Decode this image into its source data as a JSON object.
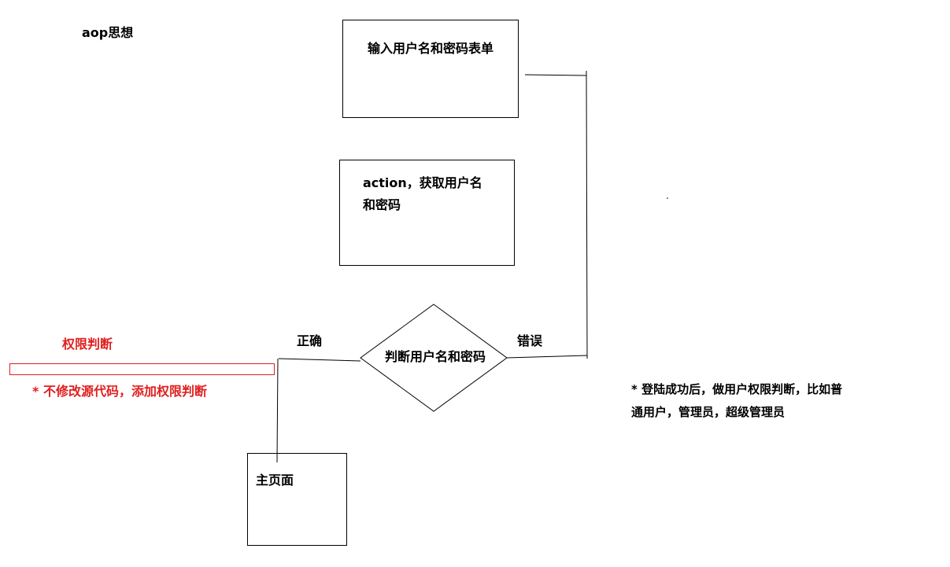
{
  "title": "aop思想",
  "nodes": {
    "input_form": "输入用户名和密码表单",
    "action_line1": "action，获取用户名",
    "action_line2": "和密码",
    "judge": "判断用户名和密码",
    "main_page": "主页面"
  },
  "edges": {
    "correct": "正确",
    "wrong": "错误"
  },
  "permission": {
    "title": "权限判断",
    "note": "* 不修改源代码，添加权限判断"
  },
  "role_note": {
    "line1": "* 登陆成功后，做用户权限判断，比如普",
    "line2": "通用户，管理员，超级管理员"
  },
  "colors": {
    "line": "#000000",
    "accent_red": "#e02020"
  }
}
